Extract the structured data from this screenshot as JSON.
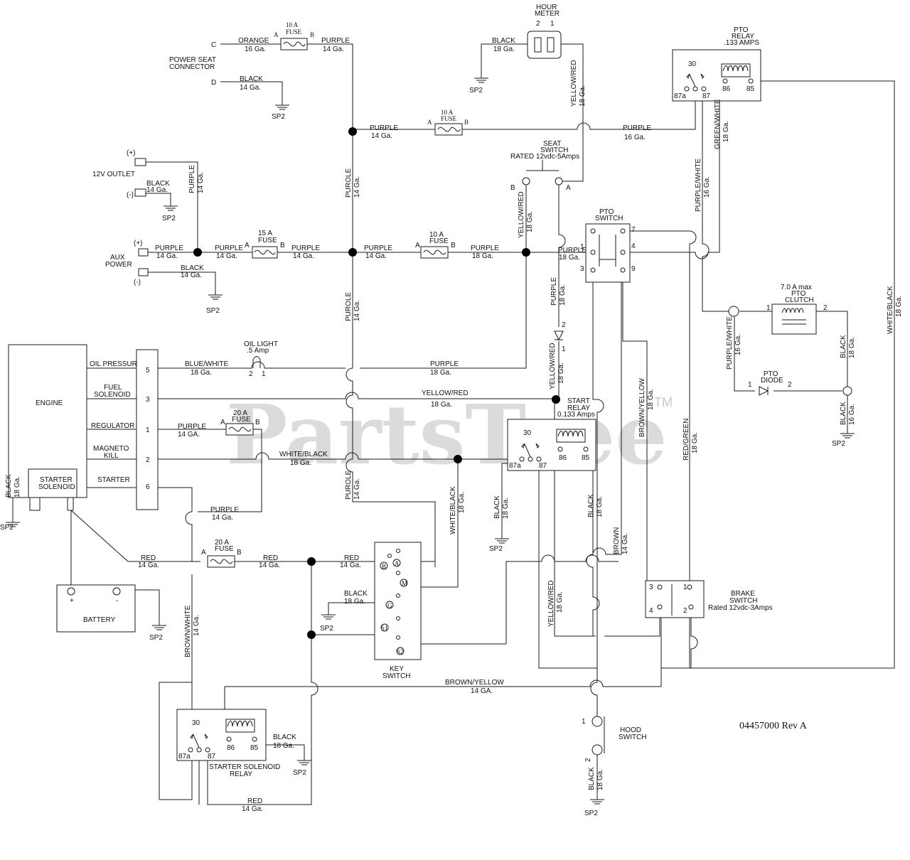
{
  "watermark": {
    "text": "PartsTree",
    "tm": "TM"
  },
  "doc_number": "04457000 Rev A",
  "components": {
    "power_seat": {
      "c": "C",
      "d": "D",
      "label1": "POWER SEAT",
      "label2": "CONNECTOR"
    },
    "hour_meter": {
      "label1": "HOUR",
      "label2": "METER",
      "p2": "2",
      "p1": "1"
    },
    "pto_relay": {
      "label1": "PTO",
      "label2": "RELAY",
      "label3": ".133 AMPS",
      "t30": "30",
      "t87a": "87a",
      "t87": "87",
      "t86": "86",
      "t85": "85"
    },
    "outlet": {
      "label": "12V OUTLET",
      "pos": "(+)",
      "neg": "(-)"
    },
    "aux": {
      "label1": "AUX",
      "label2": "POWER",
      "pos": "(+)",
      "neg": "(-)"
    },
    "seat_switch": {
      "label1": "SEAT",
      "label2": "SWITCH",
      "label3": "RATED 12vdc-5Amps",
      "b": "B",
      "a": "A"
    },
    "pto_switch": {
      "label1": "PTO",
      "label2": "SWITCH",
      "t1": "1",
      "t3": "3",
      "t7": "7",
      "t4": "4",
      "t9": "9"
    },
    "pto_clutch": {
      "label1": "7.0 A max",
      "label2": "PTO",
      "label3": "CLUTCH",
      "t1": "1",
      "t2": "2"
    },
    "pto_diode": {
      "label1": "PTO",
      "label2": "DIODE",
      "t1": "1",
      "t2": "2"
    },
    "engine": {
      "label": "ENGINE",
      "oil": "OIL PRESSURE",
      "fuel1": "FUEL",
      "fuel2": "SOLENOID",
      "reg": "REGULATOR",
      "mag1": "MAGNETO",
      "mag2": "KILL",
      "starter": "STARTER",
      "pin5": "5",
      "pin3": "3",
      "pin1": "1",
      "pin2": "2",
      "pin6": "6"
    },
    "starter_solenoid": {
      "label1": "STARTER",
      "label2": "SOLENOID"
    },
    "oil_light": {
      "label1": "OIL LIGHT",
      "label2": ".5 Amp",
      "p2": "2",
      "p1": "1"
    },
    "start_relay": {
      "label1": "START",
      "label2": "RELAY",
      "label3": "0.133 Amps",
      "t30": "30",
      "t87a": "87a",
      "t87": "87",
      "t86": "86",
      "t85": "85"
    },
    "battery": {
      "label": "BATTERY",
      "pos": "+",
      "neg": "-"
    },
    "key_switch": {
      "label1": "KEY",
      "label2": "SWITCH",
      "b": "B",
      "a": "A",
      "m": "M",
      "g": "G",
      "s1": "S1",
      "s2": "S2"
    },
    "brake_switch": {
      "label1": "BRAKE",
      "label2": "SWITCH",
      "label3": "Rated 12vdc-3Amps",
      "t3": "3",
      "t1": "1",
      "t4": "4",
      "t2": "2"
    },
    "hood_switch": {
      "label1": "HOOD",
      "label2": "SWITCH",
      "t1": "1",
      "t2": "2"
    },
    "ss_relay": {
      "label1": "STARTER SOLENOID",
      "label2": "RELAY",
      "t30": "30",
      "t87a": "87a",
      "t87": "87",
      "t86": "86",
      "t85": "85"
    }
  },
  "fuses": {
    "f_top": {
      "l1": "10 A",
      "l2": "FUSE",
      "a": "A",
      "b": "B"
    },
    "f_mid": {
      "l1": "10 A",
      "l2": "FUSE",
      "a": "A",
      "b": "B"
    },
    "f_15": {
      "l1": "15 A",
      "l2": "FUSE",
      "a": "A",
      "b": "B"
    },
    "f_aux2": {
      "l1": "10 A",
      "l2": "FUSE",
      "a": "A",
      "b": "B"
    },
    "f_20a": {
      "l1": "20 A",
      "l2": "FUSE",
      "a": "A",
      "b": "B"
    },
    "f_20b": {
      "l1": "20 A",
      "l2": "FUSE",
      "a": "A",
      "b": "B"
    }
  },
  "ground": "SP2",
  "wires": {
    "orange": {
      "c": "ORANGE",
      "g": "16 Ga."
    },
    "purple_14_a": {
      "c": "PURPLE",
      "g": "14 Ga."
    },
    "black_14_d": {
      "c": "BLACK",
      "g": "14 Ga."
    },
    "black_18_hm": {
      "c": "BLACK",
      "g": "18 Ga."
    },
    "yellow_red_hm": {
      "c": "YELLOW/RED",
      "g": "18 Ga."
    },
    "purple_14_b": {
      "c": "PURPLE",
      "g": "14 Ga."
    },
    "purple_16_pto": {
      "c": "PURPLE",
      "g": "16 Ga."
    },
    "green_white": {
      "c": "GREEN/WHITE",
      "g": "18 Ga."
    },
    "purple_white_16": {
      "c": "PURPLE/WHITE",
      "g": "16 Ga."
    },
    "white_black_18": {
      "c": "WHITE/BLACK",
      "g": "18 Ga."
    },
    "purple_14_outlet": {
      "c": "PURPLE",
      "g": "14 Ga."
    },
    "black_14_outlet": {
      "c": "BLACK",
      "g": "14 Ga."
    },
    "purple_14_aux": {
      "c": "PURPLE",
      "g": "14 Ga."
    },
    "purple_14_c": {
      "c": "PURPLE",
      "g": "14 Ga."
    },
    "purple_14_d": {
      "c": "PURPLE",
      "g": "14 Ga."
    },
    "purple_14_e": {
      "c": "PURPLE",
      "g": "14 Ga."
    },
    "purple_18_f": {
      "c": "PURPLE",
      "g": "18 Ga."
    },
    "purple_18_pto": {
      "c": "PURPLE",
      "g": "18 Ga."
    },
    "black_14_aux": {
      "c": "BLACK",
      "g": "14 Ga."
    },
    "purole_14_1": {
      "c": "PUROLE",
      "g": "14 Ga."
    },
    "purole_14_2": {
      "c": "PUROLE",
      "g": "14 Ga."
    },
    "purole_14_3": {
      "c": "PUROLE",
      "g": "14 Ga."
    },
    "yellow_red_seat": {
      "c": "YELLOW/RED",
      "g": "18 Ga."
    },
    "purple_18_diode": {
      "c": "PURPLE",
      "g": "18 Ga."
    },
    "yellow_red_18_b": {
      "c": "YELLOW/RED",
      "g": "18 Ga."
    },
    "purple_white_clutch": {
      "c": "PURPLE/WHITE",
      "g": "16 Ga."
    },
    "black_18_clutch": {
      "c": "BLACK",
      "g": "18 Ga."
    },
    "black_16_sp2": {
      "c": "BLACK",
      "g": "16 Ga."
    },
    "blue_white": {
      "c": "BLUE/WHITE",
      "g": "18 Ga."
    },
    "purple_18_oil": {
      "c": "PURPLE",
      "g": "18 Ga."
    },
    "yellow_red_fuel": {
      "c": "YELLOW/RED",
      "g": "18 Ga."
    },
    "purple_14_reg": {
      "c": "PURPLE",
      "g": "14 GA."
    },
    "white_black_mag": {
      "c": "WHITE/BLACK",
      "g": "18 Ga."
    },
    "brown_yellow_18": {
      "c": "BROWN/YELLOW",
      "g": "18 Ga."
    },
    "red_green": {
      "c": "RED/GREEN",
      "g": "18 Ga."
    },
    "black_18_engine": {
      "c": "BLACK",
      "g": "18 Ga."
    },
    "purple_14_starter": {
      "c": "PURPLE",
      "g": "14 Ga."
    },
    "black_18_relay": {
      "c": "BLACK",
      "g": "18 Ga."
    },
    "white_black_key": {
      "c": "WHITE/BLACK",
      "g": "18 Ga."
    },
    "black_18_rc": {
      "c": "BLACK",
      "g": "18 Ga."
    },
    "brown_14": {
      "c": "BROWN",
      "g": "14 Ga."
    },
    "red_14_a": {
      "c": "RED",
      "g": "14 Ga."
    },
    "red_14_b": {
      "c": "RED",
      "g": "14 Ga."
    },
    "red_14_c": {
      "c": "RED",
      "g": "14 Ga."
    },
    "black_18_key": {
      "c": "BLACK",
      "g": "18 Ga."
    },
    "yellow_red_18_c": {
      "c": "YELLOW/RED",
      "g": "18 Ga."
    },
    "brown_white_14": {
      "c": "BROWN/WHITE",
      "g": "14 Ga."
    },
    "brown_yellow_14": {
      "c": "BROWN/YELLOW",
      "g": "14 GA."
    },
    "black_18_ss": {
      "c": "BLACK",
      "g": "18 Ga."
    },
    "red_14_d": {
      "c": "RED",
      "g": "14 Ga."
    },
    "black_18_hood": {
      "c": "BLACK",
      "g": "18 Ga."
    }
  }
}
